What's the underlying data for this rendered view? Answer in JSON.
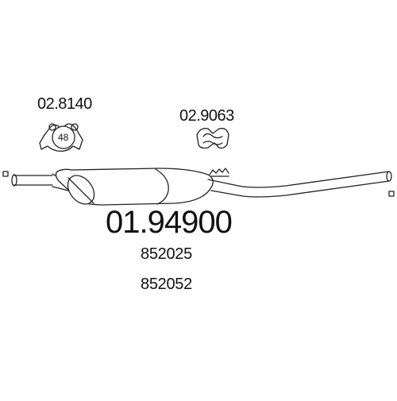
{
  "parts": {
    "clamp_left": {
      "code": "02.8140",
      "size": "48"
    },
    "clamp_right": {
      "code": "02.9063"
    }
  },
  "main_part": {
    "code": "01.94900"
  },
  "references": [
    "852025",
    "852052"
  ],
  "colors": {
    "line": "#222222",
    "fill": "#ffffff",
    "text": "#111111"
  }
}
